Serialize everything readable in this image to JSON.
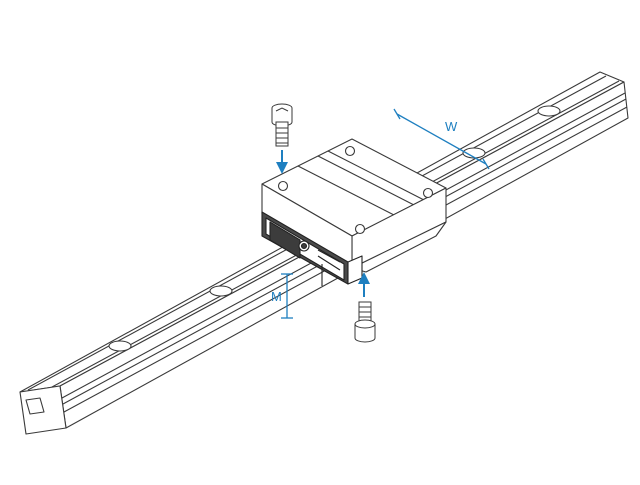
{
  "dimensions": {
    "width_label": "W",
    "height_label": "M"
  },
  "colors": {
    "annotation": "#1e7fc0",
    "line": "#3a3a3a",
    "fill": "#ffffff"
  },
  "parts": {
    "rail": "guide-rail",
    "block": "carriage-block",
    "bolt_top": "mounting-bolt",
    "bolt_bottom": "mounting-bolt"
  }
}
